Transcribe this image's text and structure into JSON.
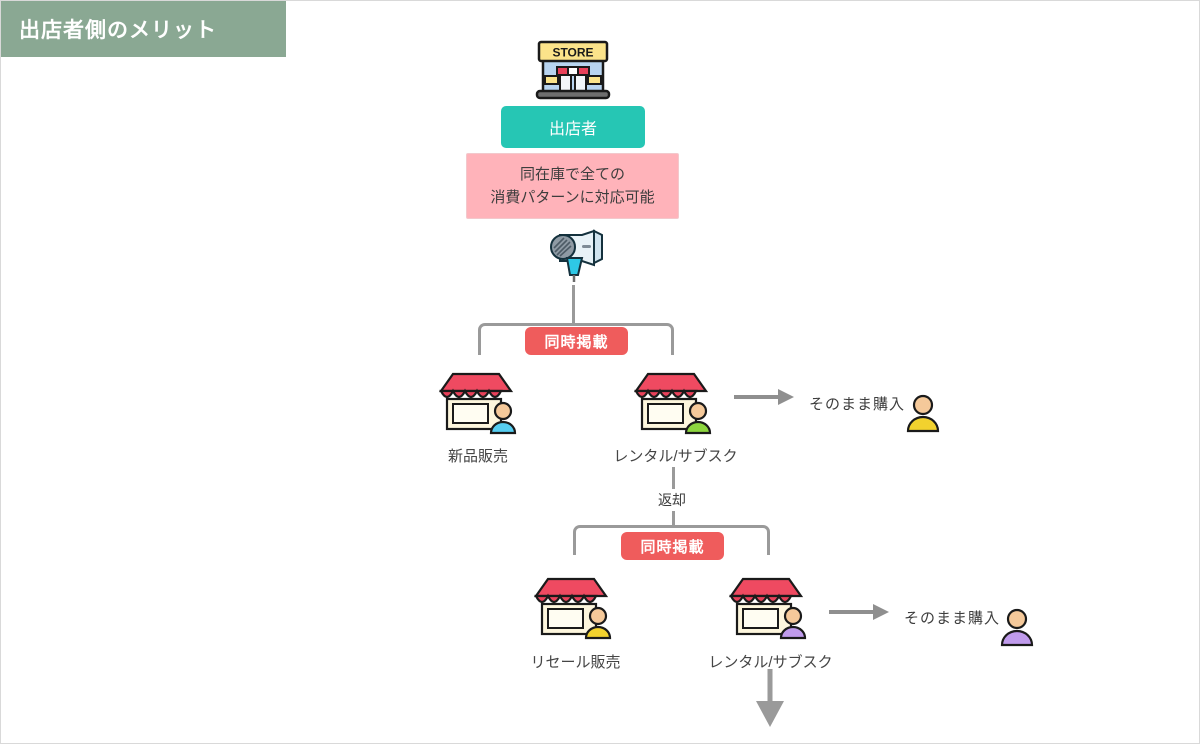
{
  "page": {
    "title": "出店者側のメリット",
    "background": "#ffffff",
    "title_bar_color": "#8aa893"
  },
  "colors": {
    "teal": "#26c6b4",
    "pink_box": "#ffb3ba",
    "badge_red": "#ef5c5c",
    "line_gray": "#9a9a9a",
    "text_dark": "#3d3d3d"
  },
  "nodes": {
    "vendor": {
      "icon": "store-icon",
      "icon_sign_text": "STORE",
      "label": "出店者"
    },
    "benefit": {
      "line1": "同在庫で全ての",
      "line2": "消費パターンに対応可能"
    },
    "product": {
      "icon": "hairdryer-icon"
    }
  },
  "badges": {
    "simultaneous_listing_top": "同時掲載",
    "simultaneous_listing_bottom": "同時掲載"
  },
  "flow_labels": {
    "return": "返却"
  },
  "row_top": {
    "shops": [
      {
        "icon": "shop-icon",
        "person_color": "#56cdf0",
        "label": "新品販売"
      },
      {
        "icon": "shop-icon",
        "person_color": "#8dd63f",
        "label": "レンタル/サブスク"
      }
    ],
    "purchase": {
      "arrow": "arrow-right-icon",
      "text": "そのまま購入",
      "person_color": "#f2d22e"
    }
  },
  "row_bottom": {
    "shops": [
      {
        "icon": "shop-icon",
        "person_color": "#f2d22e",
        "label": "リセール販売"
      },
      {
        "icon": "shop-icon",
        "person_color": "#c09bec",
        "label": "レンタル/サブスク"
      }
    ],
    "purchase": {
      "arrow": "arrow-right-icon",
      "text": "そのまま購入",
      "person_color": "#c09bec"
    },
    "continue_arrow": "arrow-down-icon"
  }
}
